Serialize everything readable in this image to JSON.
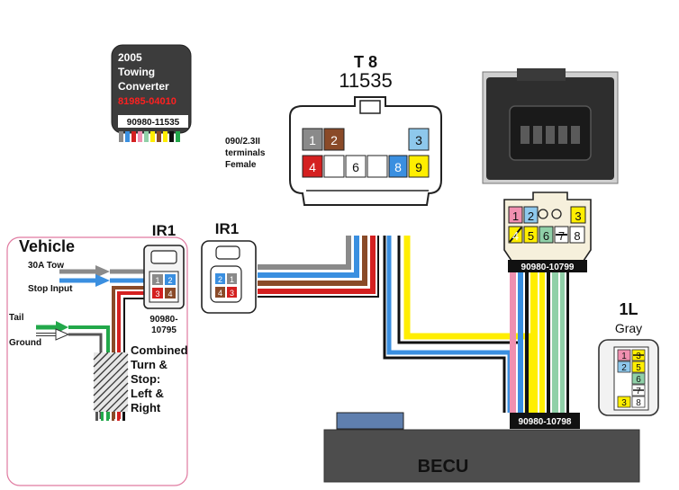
{
  "converter_box": {
    "year": "2005",
    "line1": "Towing",
    "line2": "Converter",
    "part_red": "81985-04010",
    "part_black": "90980-11535"
  },
  "vehicle": {
    "title": "Vehicle",
    "tow_30a": "30A Tow",
    "stop_input": "Stop Input",
    "tail": "Tail",
    "ground": "Ground",
    "combined_line1": "Combined",
    "combined_line2": "Turn &",
    "combined_line3": "Stop:",
    "combined_line4": "Left &",
    "combined_line5": "Right"
  },
  "ir1_left": {
    "title": "IR1",
    "part_line1": "90980-",
    "part_line2": "10795",
    "pins": [
      "1",
      "2",
      "3",
      "4"
    ]
  },
  "ir1_right": {
    "title": "IR1",
    "pins": [
      "2",
      "1",
      "4",
      "3"
    ]
  },
  "t8": {
    "title": "T 8",
    "number": "11535",
    "note_line1": "090/2.3II",
    "note_line2": "terminals",
    "note_line3": "Female",
    "pins": [
      "1",
      "2",
      "3",
      "4",
      "6",
      "8",
      "9"
    ]
  },
  "becu_conn": {
    "part": "90980-10799",
    "pins": [
      "1",
      "2",
      "3",
      "4",
      "5",
      "6",
      "7",
      "8"
    ]
  },
  "gray_1l": {
    "title": "1L",
    "subtitle": "Gray",
    "pins": [
      "1",
      "3",
      "2",
      "5",
      "6",
      "7",
      "3",
      "8"
    ]
  },
  "becu": {
    "label": "BECU",
    "lower_part": "90980-10798"
  },
  "colors": {
    "gray_wire": "#8a8a8a",
    "blue_wire": "#3a8fe0",
    "red_wire": "#d42020",
    "brown_wire": "#8a4a28",
    "green_wire": "#22a84a",
    "yellow_wire": "#ffee00",
    "pink_wire": "#f090b0",
    "mint_wire": "#90d0a8",
    "becu_body": "#4d4d4d"
  }
}
